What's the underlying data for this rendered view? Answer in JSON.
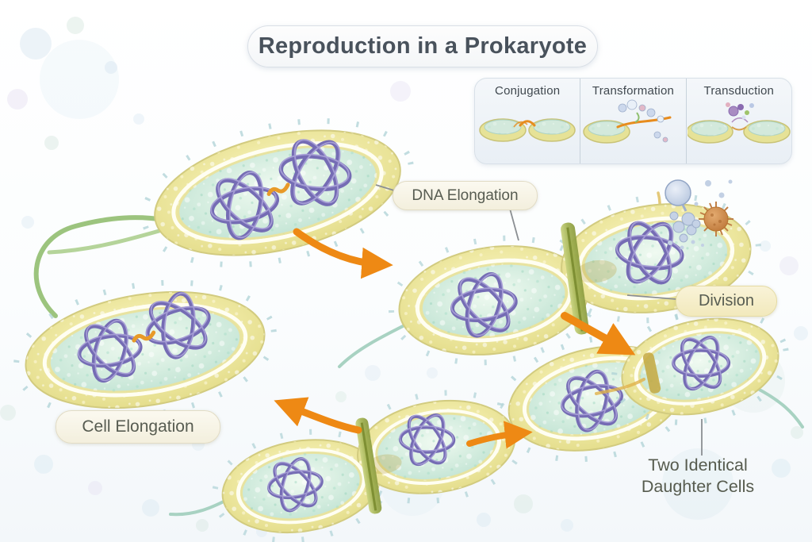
{
  "title": "Reproduction in a Prokaryote",
  "inset_panel": {
    "items": [
      {
        "label": "Conjugation"
      },
      {
        "label": "Transformation"
      },
      {
        "label": "Transduction"
      }
    ]
  },
  "labels": {
    "dna_elongation": "DNA Elongation",
    "division": "Division",
    "cell_elongation": "Cell Elongation",
    "daughter_line1": "Two Identical",
    "daughter_line2": "Daughter Cells"
  },
  "colors": {
    "arrow_orange": "#ee8914",
    "cell_wall_yellow": "#efe9a4",
    "cytoplasm_teal": "#d9efe2",
    "dna_purple": "#756cb4",
    "septum_green": "#a2b253",
    "flagellum_green": "#9cc47e",
    "pili_teal": "#aed2d5",
    "panel_background": "#eef2f7",
    "pill_cream": "#f7f4e7",
    "pill_yellow": "#f5eecb",
    "title_text": "#49525c",
    "label_text": "#575c51",
    "phage_blue": "#c5d2e6",
    "virus_orange": "#d89054"
  }
}
